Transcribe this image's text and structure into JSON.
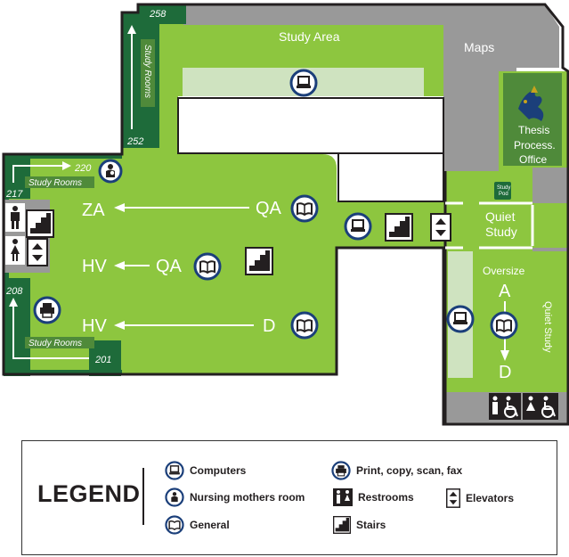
{
  "map": {
    "room_numbers": {
      "r258": "258",
      "r252": "252",
      "r220": "220",
      "r217": "217",
      "r208": "208",
      "r201": "201"
    },
    "areas": {
      "study_area": "Study Area",
      "maps": "Maps",
      "thesis_line1": "Thesis",
      "thesis_line2": "Process.",
      "thesis_line3": "Office",
      "study_rooms_top": "Study Rooms",
      "study_rooms_left_top": "Study Rooms",
      "study_rooms_left_bottom": "Study Rooms",
      "quiet_line1": "Quiet",
      "quiet_line2": "Study",
      "quiet_study_vertical": "Quiet Study",
      "oversize": "Oversize",
      "study_pod_line1": "Study",
      "study_pod_line2": "Pod"
    },
    "call_numbers": {
      "za": "ZA",
      "qa_top": "QA",
      "hv_mid": "HV",
      "qa_mid": "QA",
      "hv_bottom": "HV",
      "d_bottom": "D",
      "a_right": "A",
      "d_right": "D"
    },
    "colors": {
      "green": "#8dc63f",
      "dark_green": "#1e6b3a",
      "gray": "#999999",
      "pale": "#cfe3c0",
      "outline": "#231f20"
    }
  },
  "legend": {
    "title": "LEGEND",
    "items": {
      "computers": "Computers",
      "nursing": "Nursing mothers room",
      "general": "General",
      "print": "Print, copy, scan, fax",
      "restrooms": "Restrooms",
      "stairs": "Stairs",
      "elevators": "Elevators"
    },
    "icons": {
      "computers": "computer-icon",
      "nursing": "nursing-mothers-icon",
      "general": "book-icon",
      "print": "printer-icon",
      "restrooms": "restroom-icon",
      "stairs": "stairs-icon",
      "elevators": "elevator-icon"
    }
  }
}
